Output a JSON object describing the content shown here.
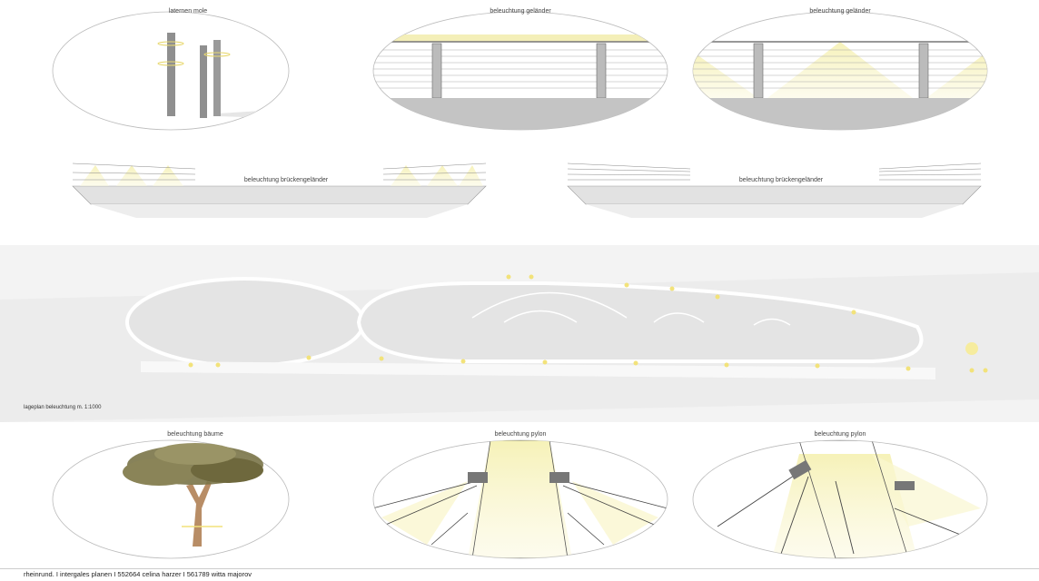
{
  "panels_top": [
    {
      "title": "laternen mole"
    },
    {
      "title": "beleuchtung geländer"
    },
    {
      "title": "beleuchtung geländer"
    }
  ],
  "bridges": [
    {
      "title": "beleuchtung brückengeländer"
    },
    {
      "title": "beleuchtung brückengeländer"
    }
  ],
  "site_plan": {
    "title": "lageplan beleuchtung  m. 1:1000"
  },
  "panels_bottom": [
    {
      "title": "beleuchtung bäume"
    },
    {
      "title": "beleuchtung pylon"
    },
    {
      "title": "beleuchtung pylon"
    }
  ],
  "footer": {
    "text": "rheinrund.  I  intergales planen  I  552664  celina harzer  I  561789 witta majorov"
  },
  "colors": {
    "light": "#f3efb8",
    "lamp": "#f2e27a",
    "outline": "#bbbbbb",
    "tree": "#7a7448"
  }
}
